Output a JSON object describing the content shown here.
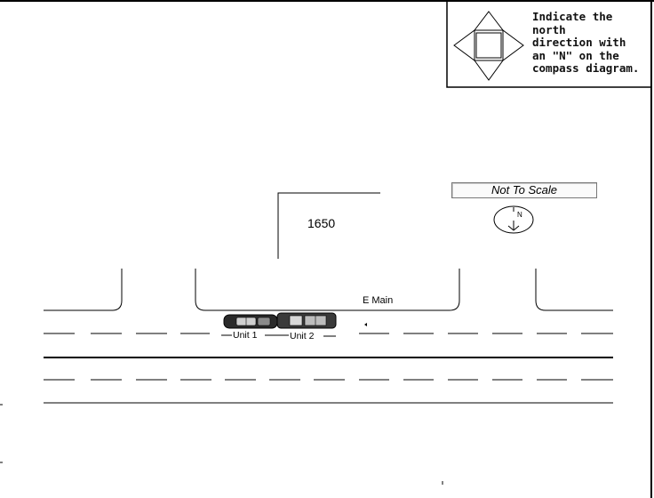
{
  "north_note": {
    "text": "Indicate the north\ndirection with\nan \"N\" on the\ncompass diagram."
  },
  "scale_label": "Not To Scale",
  "building_address": "1650",
  "street_name": "E Main",
  "vehicles": [
    {
      "label": "Unit 1"
    },
    {
      "label": "Unit 2"
    }
  ],
  "north_arrow": {
    "letter": "N"
  },
  "colors": {
    "line": "#000000",
    "background": "#ffffff"
  }
}
